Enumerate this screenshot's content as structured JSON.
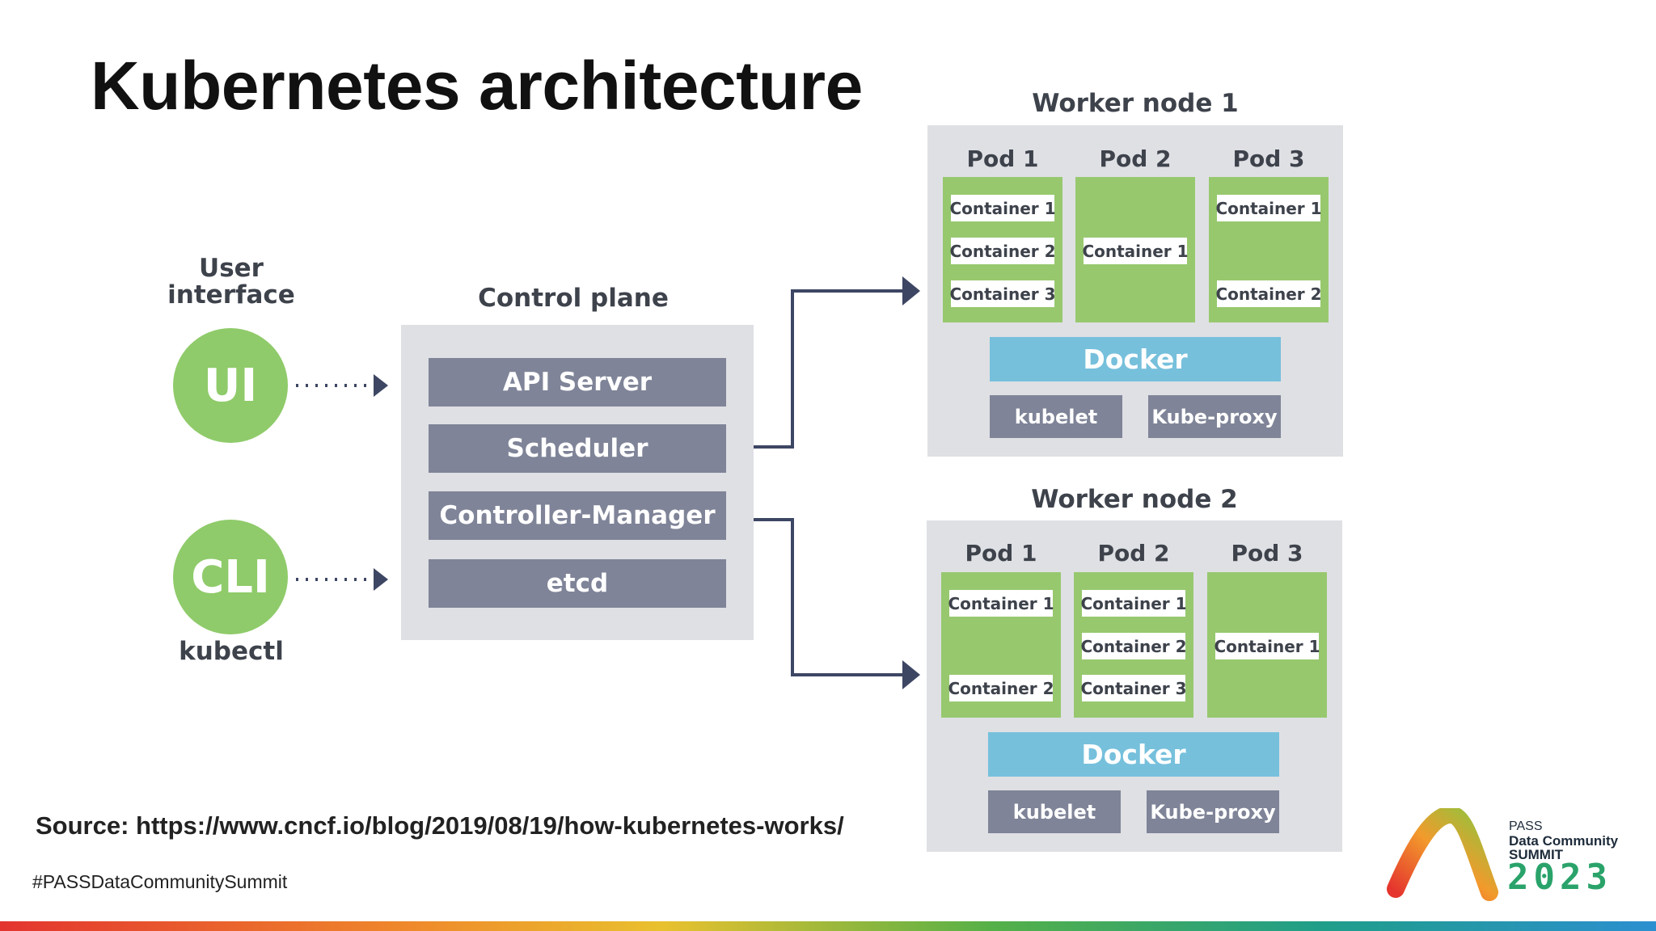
{
  "title": "Kubernetes architecture",
  "user_interface": {
    "label": "User interface",
    "ui": "UI",
    "cli": "CLI",
    "cli_caption": "kubectl"
  },
  "control_plane": {
    "label": "Control plane",
    "components": [
      "API Server",
      "Scheduler",
      "Controller-Manager",
      "etcd"
    ]
  },
  "worker_nodes": [
    {
      "label": "Worker node 1",
      "pods": [
        {
          "label": "Pod 1",
          "containers": [
            "Container 1",
            "Container 2",
            "Container 3"
          ]
        },
        {
          "label": "Pod 2",
          "containers": [
            "Container 1"
          ]
        },
        {
          "label": "Pod 3",
          "containers": [
            "Container 1",
            "Container 2"
          ]
        }
      ],
      "runtime": "Docker",
      "kubelet": "kubelet",
      "proxy": "Kube-proxy"
    },
    {
      "label": "Worker node 2",
      "pods": [
        {
          "label": "Pod 1",
          "containers": [
            "Container 1",
            "Container 2"
          ]
        },
        {
          "label": "Pod 2",
          "containers": [
            "Container 1",
            "Container 2",
            "Container 3"
          ]
        },
        {
          "label": "Pod 3",
          "containers": [
            "Container 1"
          ]
        }
      ],
      "runtime": "Docker",
      "kubelet": "kubelet",
      "proxy": "Kube-proxy"
    }
  ],
  "source": "Source: https://www.cncf.io/blog/2019/08/19/how-kubernetes-works/",
  "hashtag": "#PASSDataCommunitySummit",
  "logo": {
    "line1": "PASS",
    "line2": "Data Community",
    "line3": "SUMMIT",
    "year": "2023"
  },
  "colors": {
    "green": "#97c86e",
    "slate": "#7f8498",
    "docker": "#76c0dc",
    "panel": "#dfe0e4",
    "arrow": "#3d4663"
  }
}
